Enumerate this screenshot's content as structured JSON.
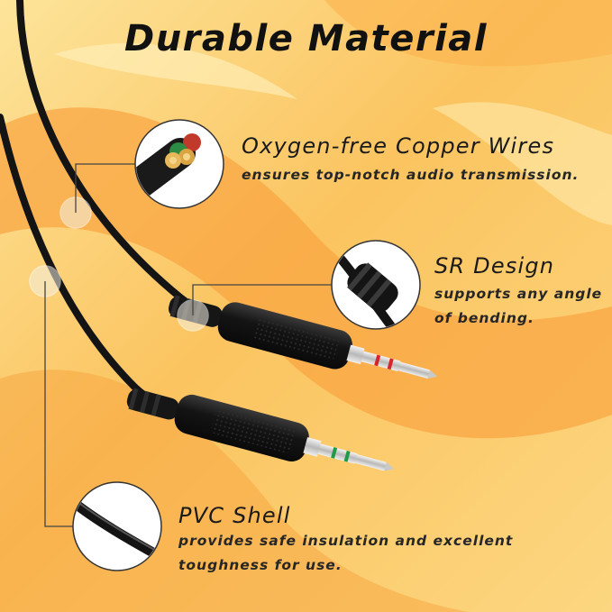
{
  "title": "Durable Material",
  "features": [
    {
      "heading": "Oxygen-free Copper Wires",
      "description": "ensures top-notch audio transmission.",
      "icon": "copper-wires-closeup-icon"
    },
    {
      "heading": "SR Design",
      "description_lines": [
        "supports any angle",
        "of bending."
      ],
      "icon": "strain-relief-closeup-icon"
    },
    {
      "heading": "PVC Shell",
      "description_lines": [
        "provides safe insulation and excellent",
        "toughness for use."
      ],
      "icon": "pvc-cable-closeup-icon"
    }
  ],
  "colors": {
    "background_light": "#fde7a0",
    "background_orange": "#f9a33a",
    "cable": "#141414",
    "ring_red": "#d8232a",
    "ring_green": "#1f9a45",
    "plug_metal": "#cfcfcf"
  }
}
